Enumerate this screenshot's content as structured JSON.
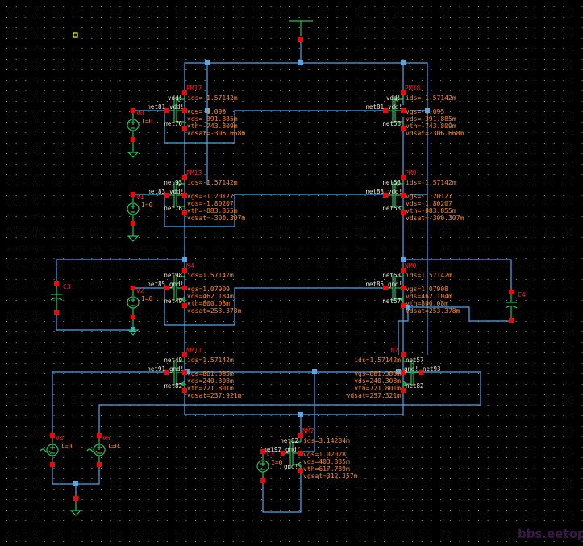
{
  "app": "Virtuoso Schematic Editor",
  "colors": {
    "background": "#000000",
    "wire": "#4ea8ee",
    "symbol": "#22c45a",
    "pin": "#ff0000",
    "instance_label": "#ff1a1a",
    "parameter_label": "#ff8a1a",
    "net_label": "#f3ead0",
    "selection_marker": "#ffff00"
  },
  "transistors": [
    {
      "id": "pm17",
      "name": "PM17",
      "type": "pmos",
      "gate_net": "net81",
      "drain_net": "net76",
      "source_net": "vdd!",
      "bulk_net": "vdd!",
      "ids": "ids=-1.57142m",
      "vgs": "vgs=-1.095",
      "vds": "vds=-391.885m",
      "vth": "vth=-743.809m",
      "vdsat": "vdsat=-306.668m"
    },
    {
      "id": "pm18",
      "name": "PM18",
      "type": "pmos",
      "gate_net": "net81",
      "drain_net": "net58",
      "source_net": "vdd!",
      "bulk_net": "vdd!",
      "ids": "ids=-1.57142m",
      "vgs": "vgs=-1.095",
      "vds": "vds=-391.885m",
      "vth": "vth=-743.809m",
      "vdsat": "vdsat=-306.668m"
    },
    {
      "id": "pm13",
      "name": "PM13",
      "type": "pmos",
      "gate_net": "net83",
      "drain_net": "net93",
      "source_net": "net76",
      "bulk_net": "vdd!",
      "ids": "ids=-1.57142m",
      "vgs": "vgs=-1.20127",
      "vds": "vds=-1.80207",
      "vth": "vth=-883.855m",
      "vdsat": "vdsat=-300.307m"
    },
    {
      "id": "pm0",
      "name": "PM0",
      "type": "pmos",
      "gate_net": "net83",
      "drain_net": "net53",
      "source_net": "net58",
      "bulk_net": "vdd!",
      "ids": "ids=-1.57142m",
      "vgs": "vgs=-1.20127",
      "vds": "vds=-1.80207",
      "vth": "vth=-883.855m",
      "vdsat": "vdsat=-300.307m"
    },
    {
      "id": "m4",
      "name": "M4",
      "type": "nmos",
      "gate_net": "net85",
      "drain_net": "net98",
      "source_net": "net49",
      "bulk_net": "gnd!",
      "ids": "ids=1.57142m",
      "vgs": "vgs=1.07909",
      "vds": "vds=462.184m",
      "vth": "vth=800.08m",
      "vdsat": "vdsat=253.378m"
    },
    {
      "id": "nm0",
      "name": "NM0",
      "type": "nmos",
      "gate_net": "net85",
      "drain_net": "net53",
      "source_net": "net57",
      "bulk_net": "gnd!",
      "ids": "ids=1.57142m",
      "vgs": "vgs=1.07908",
      "vds": "vds=462.104m",
      "vth": "vth=800.08m",
      "vdsat": "vdsat=253.378m"
    },
    {
      "id": "nm11",
      "name": "NM11",
      "type": "nmos",
      "gate_net": "net91",
      "drain_net": "net49",
      "source_net": "net82",
      "bulk_net": "gnd!",
      "ids": "ids=1.57142m",
      "vgs": "vgs=881.385m",
      "vds": "vds=240.308m",
      "vth": "vth=721.801m",
      "vdsat": "vdsat=237.921m"
    },
    {
      "id": "n7",
      "name": "N7",
      "type": "nmos",
      "gate_net": "net93",
      "drain_net": "net57",
      "source_net": "net82",
      "bulk_net": "gnd!",
      "ids": "ids=1.57142m",
      "vgs": "vgs=881.383m",
      "vds": "vds=240.308m",
      "vth": "vth=721.801m",
      "vdsat": "vdsat=237.321m"
    },
    {
      "id": "nm7",
      "name": "NM7",
      "type": "nmos",
      "gate_net": "net97",
      "drain_net": "net82",
      "source_net": "gnd!",
      "bulk_net": "gnd!",
      "ids": "ids=3.14284m",
      "vgs": "vgs=1.02028",
      "vds": "vds=403.835m",
      "vth": "vth=617.789m",
      "vdsat": "vdsat=312.357m"
    }
  ],
  "sources": [
    {
      "id": "v0",
      "name": "V0",
      "param": "I=0"
    },
    {
      "id": "v1",
      "name": "V1",
      "param": "I=0"
    },
    {
      "id": "v2",
      "name": "V2",
      "param": "I=0"
    },
    {
      "id": "v3",
      "name": "V3",
      "param": "I=0"
    },
    {
      "id": "v4",
      "name": "V4",
      "param": "I=0"
    },
    {
      "id": "v6",
      "name": "V6",
      "param": "I=0"
    }
  ],
  "capacitors": [
    {
      "id": "c3",
      "name": "C3"
    },
    {
      "id": "c4",
      "name": "C4"
    }
  ],
  "watermark": "bbs.eetop.cn"
}
